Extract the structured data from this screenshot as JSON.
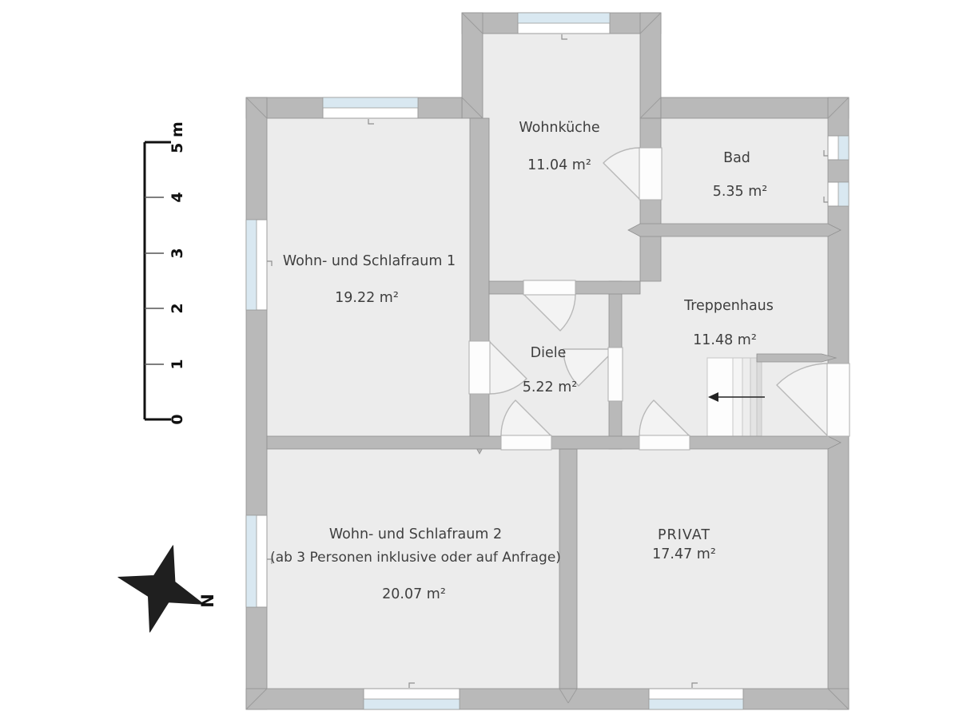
{
  "plan": {
    "rooms": [
      {
        "name": "Wohnküche",
        "area": "11.04 m²"
      },
      {
        "name": "Bad",
        "area": "5.35 m²"
      },
      {
        "name": "Wohn- und Schlafraum 1",
        "area": "19.22 m²"
      },
      {
        "name": "Treppenhaus",
        "area": "11.48 m²"
      },
      {
        "name": "Diele",
        "area": "5.22 m²"
      },
      {
        "name": "Wohn- und Schlafraum 2",
        "note": "(ab 3 Personen inklusive oder auf Anfrage)",
        "area": "20.07 m²"
      },
      {
        "name": "PRIVAT",
        "area": "17.47 m²"
      }
    ],
    "scale_bar": {
      "tick_labels": [
        "0",
        "1",
        "2",
        "3",
        "4",
        "5 m"
      ]
    },
    "compass": {
      "north_label": "N"
    },
    "colors": {
      "wall": "#b9b9b9",
      "wall_corner": "#c7c7c7",
      "floor": "#ececec",
      "window_glass": "#d9e8f1",
      "label_text": "#3f3f3f"
    }
  }
}
